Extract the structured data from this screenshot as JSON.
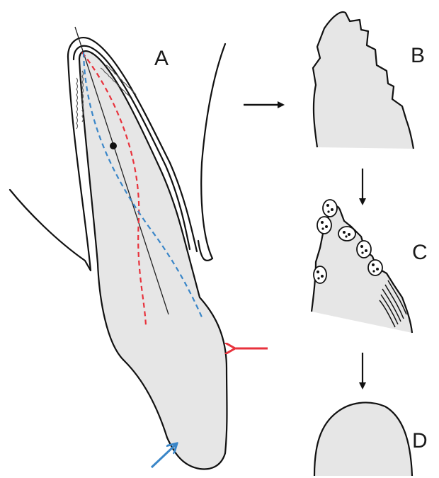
{
  "panels": {
    "a": {
      "label": "A"
    },
    "b": {
      "label": "B"
    },
    "c": {
      "label": "C"
    },
    "d": {
      "label": "D"
    }
  },
  "colors": {
    "red": "#e8323c",
    "blue": "#3a86c8",
    "tooth_fill": "#e6e6e6",
    "line": "#111111"
  },
  "icons": {
    "process_arrow": "arrow-icon",
    "red_force_arrow": "red-arrow-icon",
    "blue_force_arrow": "blue-arrow-icon",
    "center_point": "dot-icon"
  }
}
